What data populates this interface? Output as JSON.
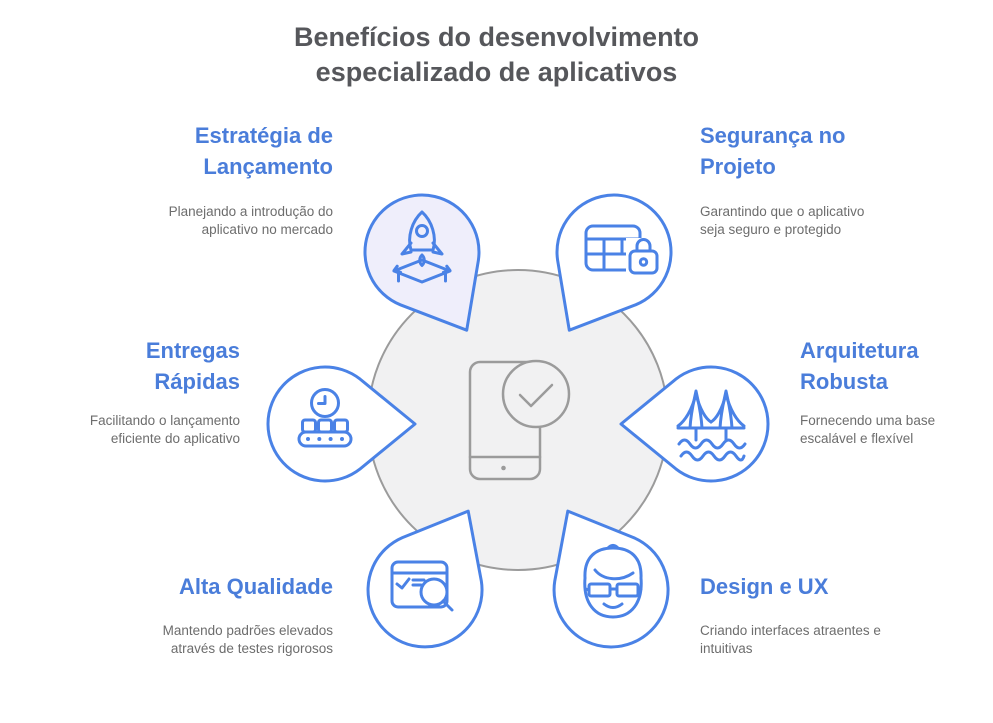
{
  "title": "Benefícios do desenvolvimento especializado de aplicativos",
  "colors": {
    "accent_blue": "#4a7dda",
    "icon_blue": "#4a82e6",
    "lavender_fill": "#efeefb",
    "center_fill": "#f1f1f2",
    "center_stroke": "#9b9b9b",
    "title_gray": "#56575b",
    "body_gray": "#6d6d6d"
  },
  "center": {
    "icon": "smartphone-check-icon"
  },
  "items": [
    {
      "id": "estrategia",
      "title": "Estratégia de Lançamento",
      "description": "Planejando a introdução do aplicativo no mercado",
      "icon": "rocket-launch-icon"
    },
    {
      "id": "seguranca",
      "title": "Segurança no Projeto",
      "description": "Garantindo que o aplicativo seja seguro e protegido",
      "icon": "secure-table-lock-icon"
    },
    {
      "id": "entregas",
      "title": "Entregas Rápidas",
      "description": "Facilitando o lançamento eficiente do aplicativo",
      "icon": "clock-conveyor-icon"
    },
    {
      "id": "arquitetura",
      "title": "Arquitetura Robusta",
      "description": "Fornecendo uma base escalável e flexível",
      "icon": "suspension-bridge-icon"
    },
    {
      "id": "qualidade",
      "title": "Alta Qualidade",
      "description": "Mantendo padrões elevados através de testes rigorosos",
      "icon": "browser-test-search-icon"
    },
    {
      "id": "design",
      "title": "Design e UX",
      "description": "Criando interfaces atraentes e intuitivas",
      "icon": "designer-face-icon"
    }
  ]
}
